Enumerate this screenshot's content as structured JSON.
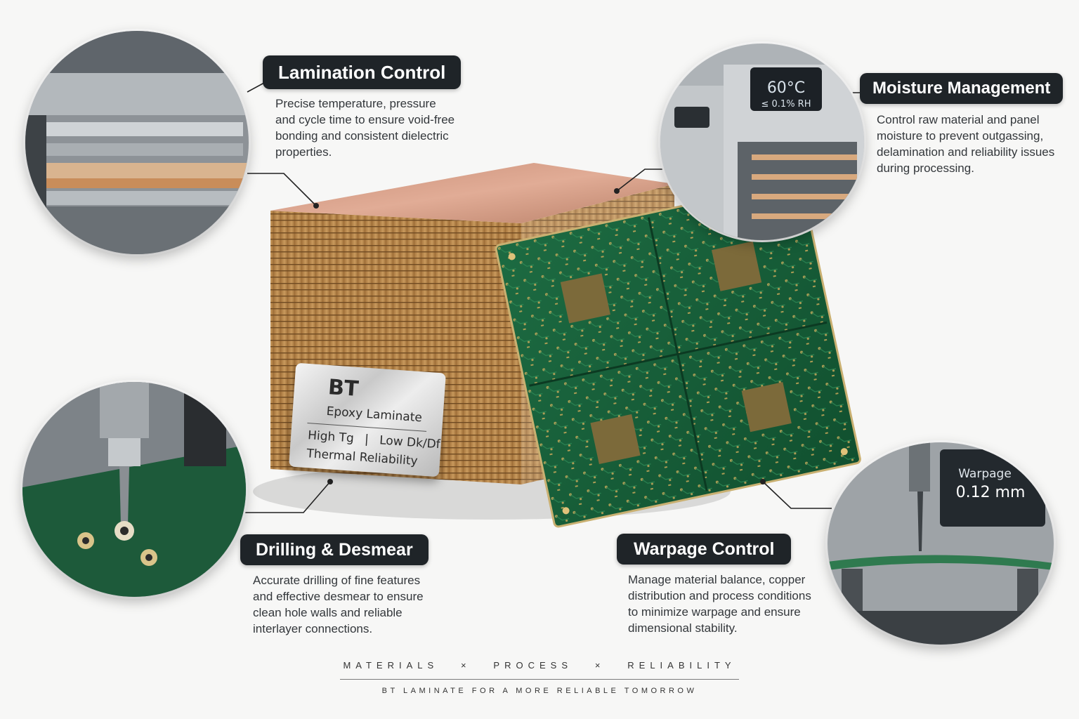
{
  "lamination": {
    "title": "Lamination Control",
    "desc": [
      "Precise temperature, pressure",
      "and cycle time to ensure void-free",
      "bonding and consistent dielectric",
      "properties."
    ]
  },
  "moisture": {
    "title": "Moisture Management",
    "desc": [
      "Control raw material and panel",
      "moisture to prevent outgassing,",
      "delamination and reliability issues",
      "during processing."
    ],
    "display_temp": "60°C",
    "display_rh": "≤ 0.1% RH"
  },
  "drilling": {
    "title": "Drilling & Desmear",
    "desc": [
      "Accurate drilling of fine features",
      "and effective desmear to ensure",
      "clean hole walls and reliable",
      "interlayer connections."
    ]
  },
  "warpage": {
    "title": "Warpage Control",
    "desc": [
      "Manage material balance, copper",
      "distribution and process conditions",
      "to minimize warpage and ensure",
      "dimensional stability."
    ],
    "monitor_label": "Warpage",
    "monitor_value": "0.12 mm"
  },
  "plaque": {
    "name": "BT",
    "subtitle": "Epoxy Laminate",
    "feature_a": "High Tg",
    "separator": "|",
    "feature_b": "Low Dk/Df",
    "feature_c": "Thermal Reliability"
  },
  "footer": {
    "tagline": "MATERIALS   ×   PROCESS   ×   RELIABILITY",
    "slogan": "BT LAMINATE FOR A MORE RELIABLE TOMORROW"
  }
}
